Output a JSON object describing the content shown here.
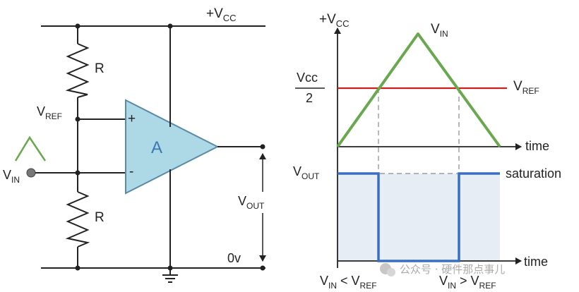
{
  "circuit": {
    "supply_main": "+V",
    "supply_sub": "CC",
    "resistor_top": "R",
    "resistor_bottom": "R",
    "vref_main": "V",
    "vref_sub": "REF",
    "vin_main": "V",
    "vin_sub": "IN",
    "opamp_label": "A",
    "plus_sign": "+",
    "minus_sign": "-",
    "vout_main": "V",
    "vout_sub": "OUT",
    "zero_volt": "0v"
  },
  "waveform": {
    "supply_main": "+V",
    "supply_sub": "CC",
    "vin_main": "V",
    "vin_sub": "IN",
    "half_num": "Vcc",
    "half_den": "2",
    "vref_main": "V",
    "vref_sub": "REF",
    "time_top": "time",
    "vout_main": "V",
    "vout_sub": "OUT",
    "saturation": "saturation",
    "time_bottom": "time",
    "cond_left_a": "V",
    "cond_left_a_sub": "IN",
    "cond_left_op": " < V",
    "cond_left_b_sub": "REF",
    "cond_right_a": "V",
    "cond_right_a_sub": "IN",
    "cond_right_op": " > V",
    "cond_right_b_sub": "REF"
  },
  "watermark": "公众号 · 硬件那点事儿",
  "colors": {
    "wire": "#222222",
    "opamp_fill": "#add8e6",
    "opamp_stroke": "#5a8aa8",
    "vin_wave": "#6aa84f",
    "vref_line": "#cc1f1f",
    "vout_wave": "#3a6fbf",
    "vout_area": "#e6edf5",
    "dashed": "#8a8a8a"
  }
}
